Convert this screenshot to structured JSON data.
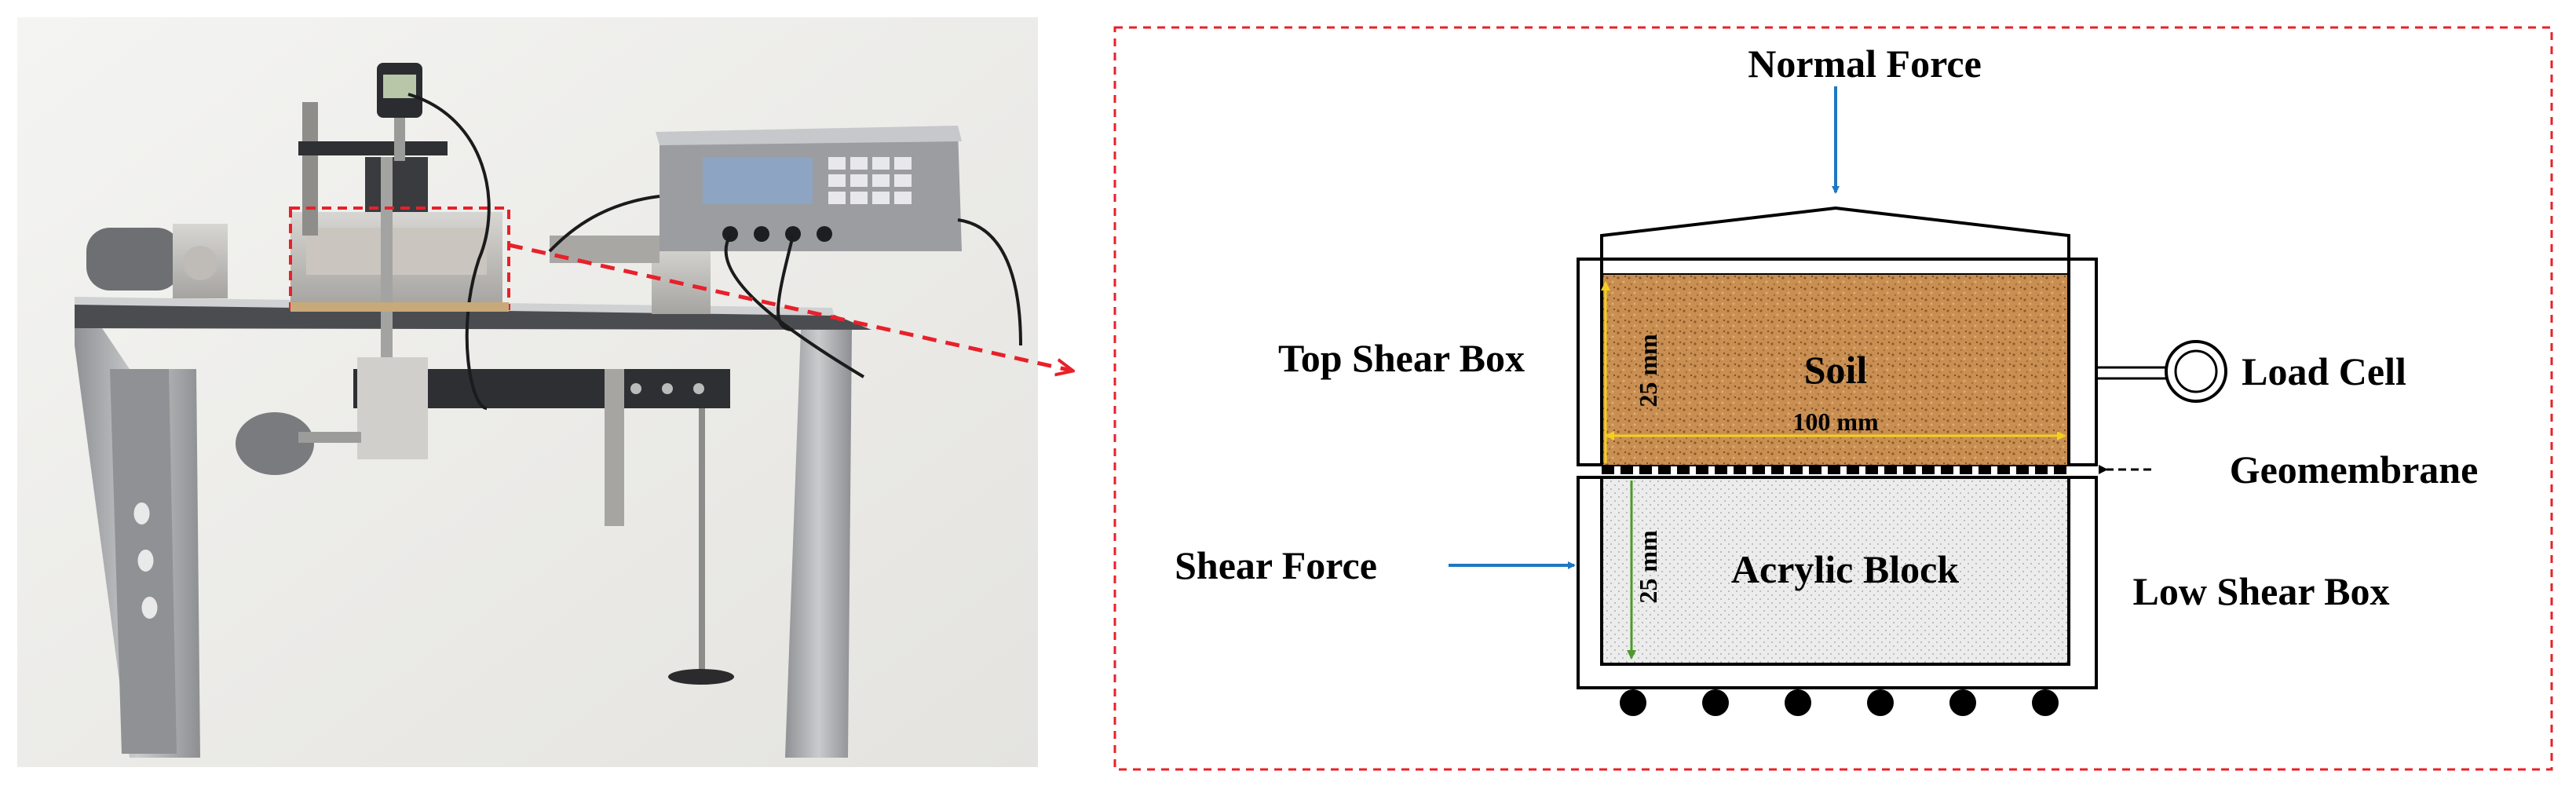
{
  "photo": {
    "description_icon": "direct-shear-apparatus-photo"
  },
  "diagram": {
    "normal_force_label": "Normal Force",
    "top_shear_box_label": "Top Shear Box",
    "soil_label": "Soil",
    "load_cell_label": "Load Cell",
    "geomembrane_label": "Geomembrane",
    "shear_force_label": "Shear Force",
    "acrylic_block_label": "Acrylic Block",
    "low_shear_box_label": "Low Shear Box",
    "dim_height_top": "25 mm",
    "dim_height_bottom": "25 mm",
    "dim_width": "100 mm"
  },
  "colors": {
    "highlight_dashed": "#e8202a",
    "arrow_blue": "#1f77c4",
    "soil": "#c98f52",
    "dim_yellow": "#f2d020",
    "dim_green": "#4c9a2a"
  }
}
